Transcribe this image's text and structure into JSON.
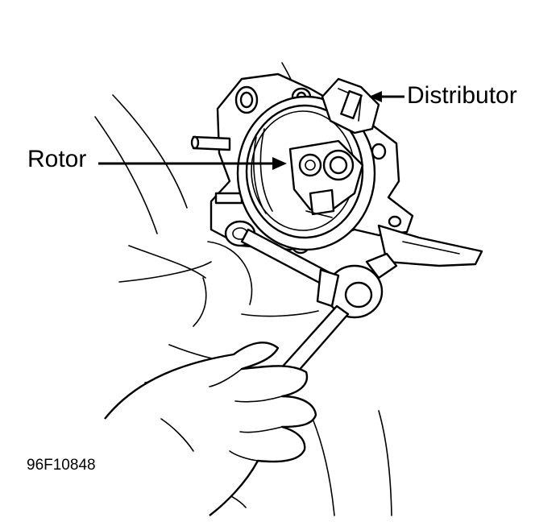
{
  "labels": {
    "distributor": "Distributor",
    "rotor": "Rotor"
  },
  "figure_code": "96F10848"
}
